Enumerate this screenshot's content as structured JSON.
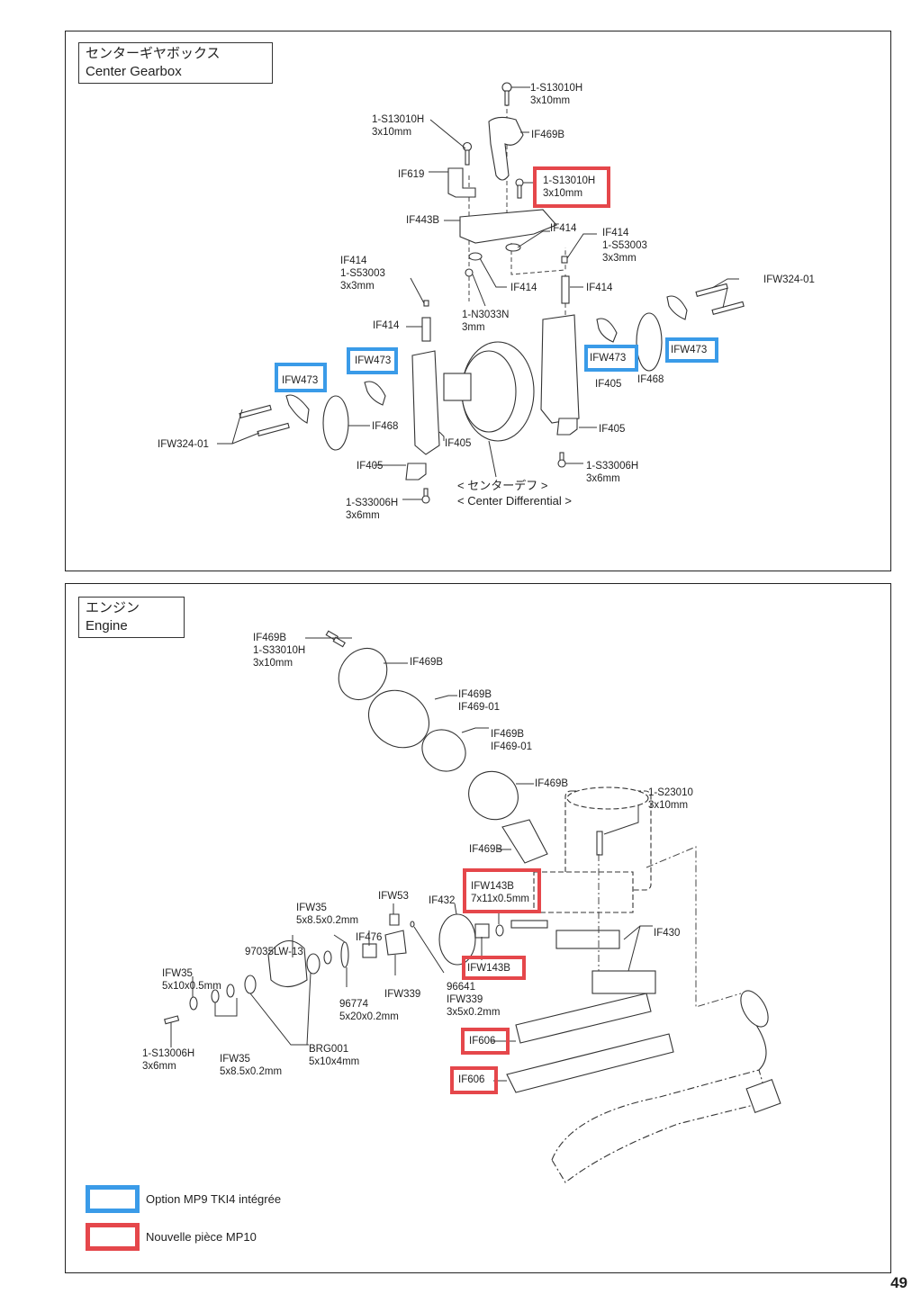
{
  "legend_colors": {
    "option": "#3a9be8",
    "new_part": "#e5474b"
  },
  "gearbox": {
    "title_ja": "センターギヤボックス",
    "title_en": "Center Gearbox",
    "labels": {
      "screw_top": [
        "1-S13010H",
        "3x10mm"
      ],
      "screw_left": [
        "1-S13010H",
        "3x10mm"
      ],
      "if469b": "IF469B",
      "screw_red": [
        "1-S13010H",
        "3x10mm"
      ],
      "if619": "IF619",
      "if443b": "IF443B",
      "if414_a": "IF414",
      "if414_setscrew_right": [
        "IF414",
        "1-S53003",
        "3x3mm"
      ],
      "if414_setscrew_left": [
        "IF414",
        "1-S53003",
        "3x3mm"
      ],
      "if414_b": "IF414",
      "if414_c": "IF414",
      "nut": [
        "1-N3033N",
        "3mm"
      ],
      "if414_d": "IF414",
      "ifw324_right": "IFW324-01",
      "ifw473_1": "IFW473",
      "ifw473_2": "IFW473",
      "ifw473_3": "IFW473",
      "ifw473_4": "IFW473",
      "if405_right": "IF405",
      "if468_right": "IF468",
      "if468_left": "IF468",
      "if405_left": "IF405",
      "ifw324_left": "IFW324-01",
      "if405_mount_right": "IF405",
      "if405_mount_left": "IF405",
      "screw_bottom_right": [
        "1-S33006H",
        "3x6mm"
      ],
      "screw_bottom_left": [
        "1-S33006H",
        "3x6mm"
      ],
      "center_diff_ja": "< センターデフ >",
      "center_diff_en": "< Center Differential >"
    }
  },
  "engine": {
    "title_ja": "エンジン",
    "title_en": "Engine",
    "labels": {
      "filter_screws": [
        "IF469B",
        "1-S33010H",
        "3x10mm"
      ],
      "filter_cap": "IF469B",
      "filter_foam_outer": [
        "IF469B",
        "IF469-01"
      ],
      "filter_foam_inner": [
        "IF469B",
        "IF469-01"
      ],
      "filter_base": "IF469B",
      "filter_neck": "IF469B",
      "engine_screw": [
        "1-S23010",
        "3x10mm"
      ],
      "ifw143b_washer": [
        "IFW143B",
        "7x11x0.5mm"
      ],
      "ifw143b_bushing": "IFW143B",
      "if430": "IF430",
      "ifw53": "IFW53",
      "if432": "IF432",
      "ifw35_mid": [
        "IFW35",
        "5x8.5x0.2mm"
      ],
      "if476": "IF476",
      "bell": "97035LW-13",
      "ifw35_left": [
        "IFW35",
        "5x10x0.5mm"
      ],
      "ifw339_a": "IFW339",
      "shim": [
        "96641",
        "IFW339",
        "3x5x0.2mm"
      ],
      "washer_96774": [
        "96774",
        "5x20x0.2mm"
      ],
      "screw": [
        "1-S13006H",
        "3x6mm"
      ],
      "ifw35_bottom": [
        "IFW35",
        "5x8.5x0.2mm"
      ],
      "bearing": [
        "BRG001",
        "5x10x4mm"
      ],
      "if606_a": "IF606",
      "if606_b": "IF606"
    }
  },
  "legend": [
    {
      "label": "Option MP9 TKI4 intégrée",
      "color": "blue"
    },
    {
      "label": "Nouvelle pièce MP10",
      "color": "red"
    }
  ],
  "page_number": "49"
}
